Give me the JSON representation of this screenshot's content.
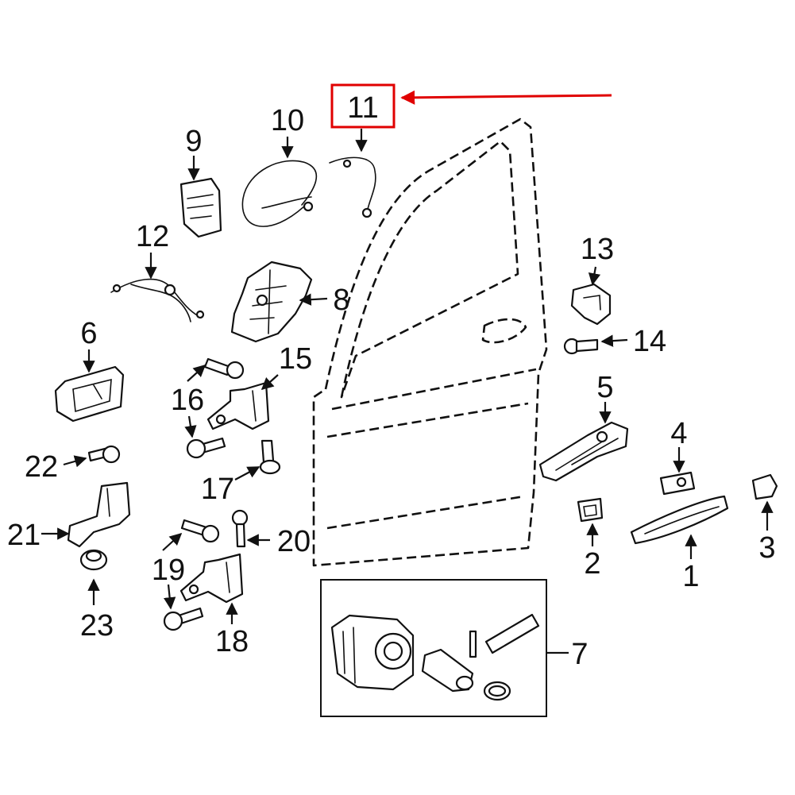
{
  "diagram": {
    "highlight_color": "#e00000",
    "callouts": {
      "c1": "1",
      "c2": "2",
      "c3": "3",
      "c4": "4",
      "c5": "5",
      "c6": "6",
      "c7": "7",
      "c8": "8",
      "c9": "9",
      "c10": "10",
      "c11": "11",
      "c12": "12",
      "c13": "13",
      "c14": "14",
      "c15": "15",
      "c16": "16",
      "c17": "17",
      "c18": "18",
      "c19": "19",
      "c20": "20",
      "c21": "21",
      "c22": "22",
      "c23": "23"
    },
    "highlighted_callout": "11"
  }
}
